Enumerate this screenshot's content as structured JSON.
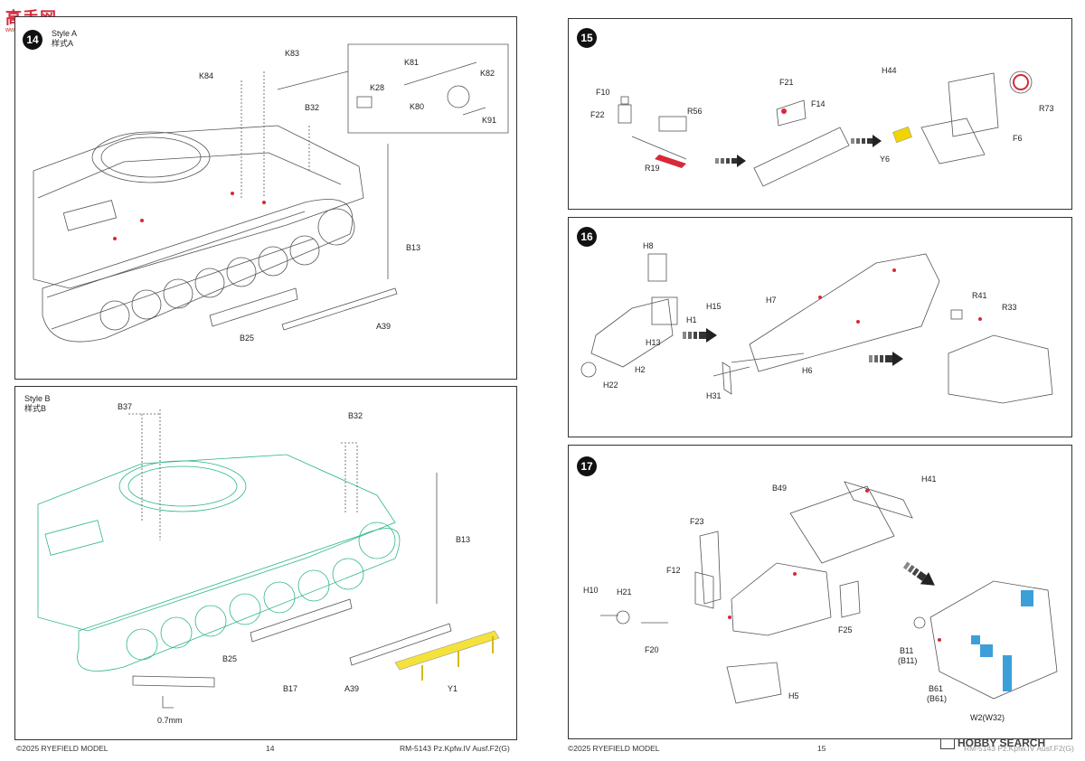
{
  "watermark": {
    "brand": "高手网",
    "url": "www.gaoshou.com"
  },
  "left_page": {
    "step14": {
      "number": "14",
      "style_a": {
        "en": "Style A",
        "zh": "样式A"
      },
      "style_b": {
        "en": "Style B",
        "zh": "样式B"
      },
      "labels_a": {
        "K83": "K83",
        "K84": "K84",
        "K81": "K81",
        "K82": "K82",
        "K28": "K28",
        "K80": "K80",
        "K91": "K91",
        "B32": "B32",
        "B13": "B13",
        "A39": "A39",
        "B25": "B25"
      },
      "labels_b": {
        "B37": "B37",
        "B32": "B32",
        "B13": "B13",
        "B25": "B25",
        "B17": "B17",
        "A39": "A39",
        "Y1": "Y1",
        "dim": "0.7mm"
      }
    },
    "footer": {
      "copyright": "©2025 RYEFIELD MODEL",
      "page": "14",
      "product": "RM-5143 Pz.Kpfw.IV Ausf.F2(G)"
    }
  },
  "right_page": {
    "step15": {
      "number": "15",
      "labels": {
        "F10": "F10",
        "F22": "F22",
        "R56": "R56",
        "R19": "R19",
        "F21": "F21",
        "F14": "F14",
        "H44": "H44",
        "Y6": "Y6",
        "F6": "F6",
        "R73": "R73"
      }
    },
    "step16": {
      "number": "16",
      "labels": {
        "H8": "H8",
        "H15": "H15",
        "H1": "H1",
        "H13": "H13",
        "H2": "H2",
        "H22": "H22",
        "H7": "H7",
        "H6": "H6",
        "H31": "H31",
        "R41": "R41",
        "R33": "R33"
      }
    },
    "step17": {
      "number": "17",
      "labels": {
        "B49": "B49",
        "H41": "H41",
        "F23": "F23",
        "F12": "F12",
        "H10": "H10",
        "H21": "H21",
        "F20": "F20",
        "F25": "F25",
        "H5": "H5",
        "B11": "B11",
        "B11p": "(B11)",
        "B61": "B61",
        "B61p": "(B61)",
        "W2": "W2(W32)"
      }
    },
    "footer": {
      "copyright": "©2025 RYEFIELD MODEL",
      "page": "15",
      "product": "RM-5143 Pz.Kpfw.IV Ausf.F2(G)",
      "site": "HOBBY SEARCH"
    }
  },
  "colors": {
    "highlight_red": "#d8283a",
    "style_b_green": "#2bb58a",
    "y_yellow": "#f4e23a",
    "y6_yellow": "#f1d400",
    "blue_parts": "#3c9fd8"
  },
  "icons": [
    "arrow-right-icon",
    "arrow-down-right-icon",
    "step-number-circle"
  ]
}
